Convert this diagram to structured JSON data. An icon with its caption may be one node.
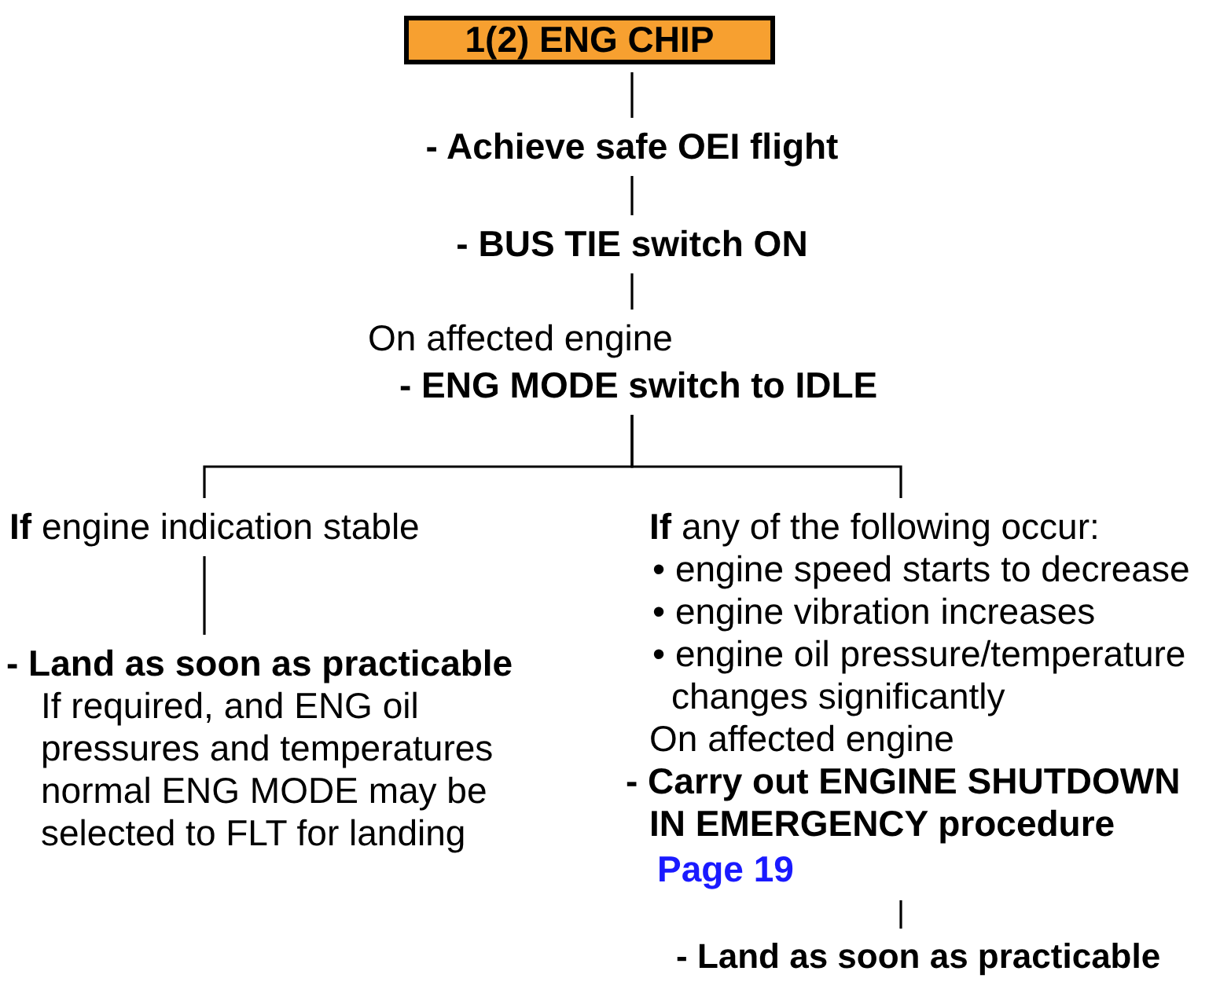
{
  "diagram": {
    "nodes": [
      {
        "text": [
          "1(2) ENG CHIP"
        ]
      },
      {
        "text": [
          "- Achieve safe OEI flight"
        ]
      },
      {
        "text": [
          "- BUS TIE switch ON"
        ]
      },
      {
        "text": [
          "On affected engine",
          "- ENG MODE switch to IDLE"
        ]
      },
      {
        "text": [
          "**If** engine indication stable"
        ]
      },
      {
        "text": [
          "- Land as soon as practicable",
          "If required, and ENG oil pressures and temperatures normal ENG MODE may be selected to FLT for landing"
        ]
      },
      {
        "text": [
          "**If** any of the following occur:",
          "• engine speed starts to decrease",
          "• engine vibration increases",
          "• engine oil pressure/temperature changes significantly",
          "On affected engine",
          "- Carry out ENGINE SHUTDOWN IN EMERGENCY procedure",
          "Page 19"
        ]
      },
      {
        "text": [
          "- Land as soon as practicable"
        ]
      }
    ],
    "edges": [
      {
        "from": 0,
        "to": 1,
        "arrow": "none"
      },
      {
        "from": 1,
        "to": 2,
        "arrow": "none"
      },
      {
        "from": 2,
        "to": 3,
        "arrow": "none"
      },
      {
        "from": 3,
        "to": 4,
        "arrow": "none"
      },
      {
        "from": 3,
        "to": 6,
        "arrow": "none"
      },
      {
        "from": 4,
        "to": 5,
        "arrow": "none"
      },
      {
        "from": 6,
        "to": 7,
        "arrow": "none"
      }
    ]
  }
}
